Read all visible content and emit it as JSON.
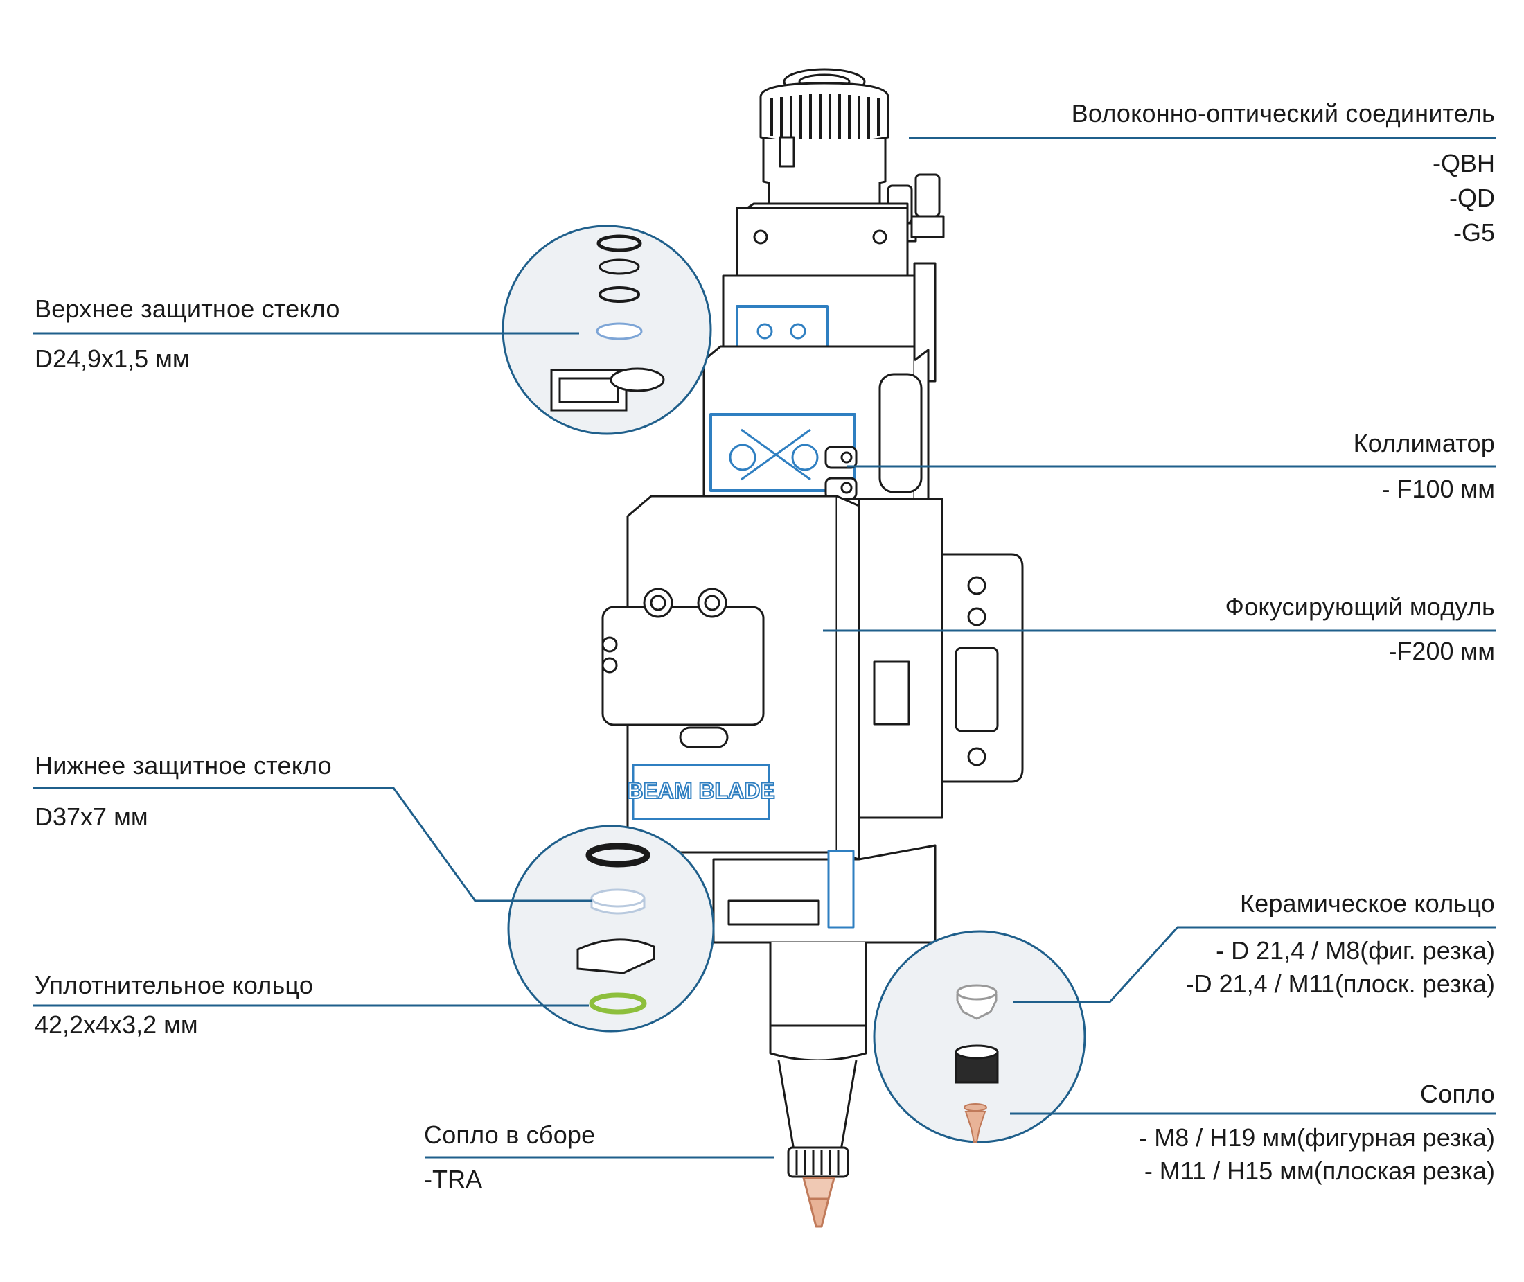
{
  "colors": {
    "leader_line": "#1f5f8b",
    "outline": "#1a1a1a",
    "accent_blue": "#2f7fc1",
    "circle_fill": "#eef1f4",
    "seal_green": "#8dbf3c",
    "nozzle_copper": "#d99a78"
  },
  "brand": {
    "text": "BEAM BLADE"
  },
  "callouts": {
    "fiber_connector": {
      "title": "Волоконно-оптический соединитель",
      "specs": [
        "-QBH",
        "-QD",
        "-G5"
      ]
    },
    "upper_glass": {
      "title": "Верхнее защитное стекло",
      "specs": [
        "D24,9x1,5 мм"
      ]
    },
    "collimator": {
      "title": "Коллиматор",
      "specs": [
        "- F100 мм"
      ]
    },
    "focus_module": {
      "title": "Фокусирующий модуль",
      "specs": [
        "-F200 мм"
      ]
    },
    "lower_glass": {
      "title": "Нижнее защитное стекло",
      "specs": [
        "D37x7 мм"
      ]
    },
    "seal_ring": {
      "title": "Уплотнительное кольцо",
      "specs": [
        "42,2x4x3,2 мм"
      ]
    },
    "nozzle_assembly": {
      "title": "Сопло в сборе",
      "specs": [
        "-TRA"
      ]
    },
    "ceramic_ring": {
      "title": "Керамическое кольцо",
      "specs": [
        "- D 21,4 / M8(фиг. резка)",
        "-D 21,4 / M11(плоск. резка)"
      ]
    },
    "nozzle": {
      "title": "Сопло",
      "specs": [
        "- M8 / H19 мм(фигурная резка)",
        "- M11 / H15 мм(плоская резка)"
      ]
    }
  }
}
